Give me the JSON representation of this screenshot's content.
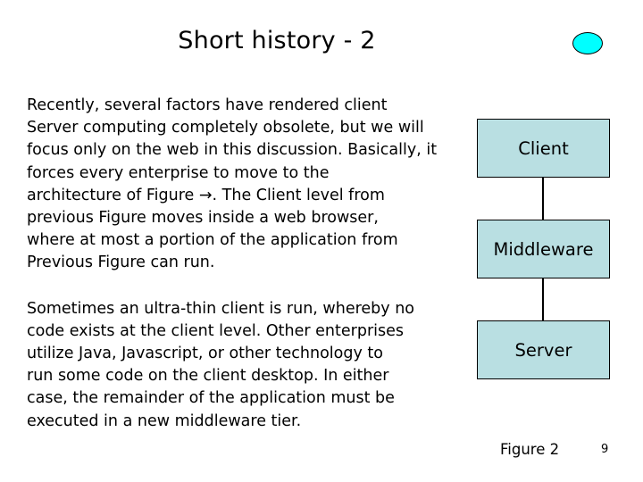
{
  "slide": {
    "title": "Short history - 2",
    "page_number": "9",
    "decor": {
      "ellipse_name": "cyan-ellipse",
      "ellipse_color": "#00ffff",
      "ellipse_border_color": "#000000"
    }
  },
  "body": {
    "paragraphs": [
      {
        "id": "para-1",
        "lines": [
          "Recently, several factors have rendered client",
          "Server computing completely obsolete, but we will",
          "focus only on the web in this discussion. Basically, it",
          "forces every  enterprise to move to the",
          "architecture of Figure →. The Client level from",
          "previous  Figure  moves inside a web browser,",
          "where at most a portion of the application from",
          "Previous Figure can run."
        ]
      },
      {
        "id": "para-2",
        "lines": [
          "Sometimes an ultra-thin client is run, whereby no",
          "code exists at the client level. Other enterprises",
          "utilize Java, Javascript, or other technology to",
          "run some code on the client desktop. In either",
          "case, the remainder of the application must be",
          "executed in a new middleware tier."
        ]
      }
    ]
  },
  "diagram": {
    "caption": "Figure 2",
    "box_fill_color": "#b9dfe2",
    "box_border_color": "#000000",
    "nodes": [
      {
        "label": "Client"
      },
      {
        "label": "Middleware"
      },
      {
        "label": "Server"
      }
    ]
  }
}
